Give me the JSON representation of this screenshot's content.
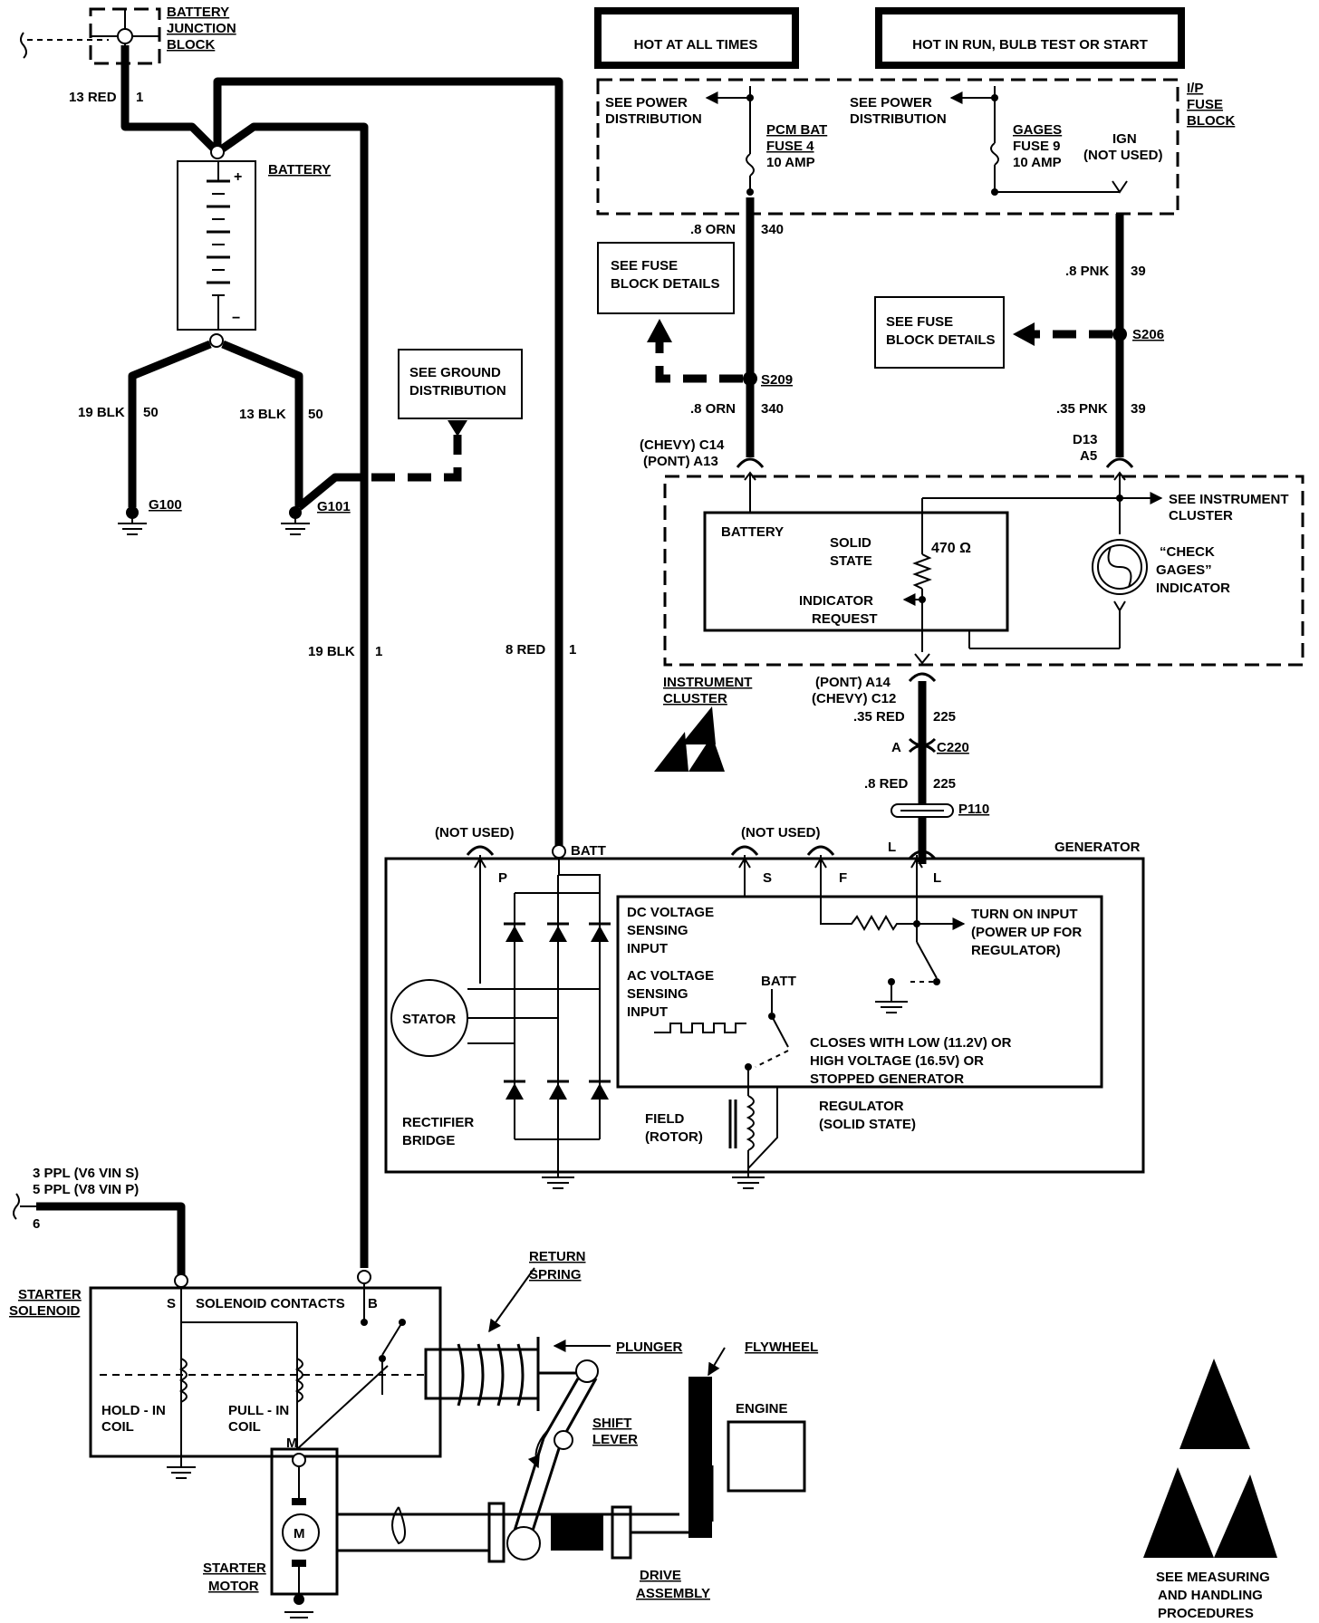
{
  "power_headers": {
    "hot_at_all_times": "HOT AT ALL TIMES",
    "hot_in_run": "HOT IN RUN, BULB TEST OR START"
  },
  "battery_junction_block": [
    "BATTERY",
    "JUNCTION",
    "BLOCK"
  ],
  "battery": {
    "label": "BATTERY",
    "plus": "+",
    "minus": "−"
  },
  "fuse_block": {
    "label": [
      "I/P",
      "FUSE",
      "BLOCK"
    ],
    "see_power_1": [
      "SEE POWER",
      "DISTRIBUTION"
    ],
    "see_power_2": [
      "SEE POWER",
      "DISTRIBUTION"
    ],
    "pcm_fuse": [
      "PCM BAT",
      "FUSE 4",
      "10 AMP"
    ],
    "gages_fuse": [
      "GAGES",
      "FUSE 9",
      "10 AMP"
    ],
    "ign": [
      "IGN",
      "(NOT USED)"
    ]
  },
  "fuse_block_details_1": [
    "SEE FUSE",
    "BLOCK DETAILS"
  ],
  "fuse_block_details_2": [
    "SEE FUSE",
    "BLOCK DETAILS"
  ],
  "ground_distribution": [
    "SEE GROUND",
    "DISTRIBUTION"
  ],
  "wires": {
    "w_13red": {
      "gauge": "13 RED",
      "circuit": "1"
    },
    "w_19blk_left": {
      "gauge": "19 BLK",
      "circuit": "50"
    },
    "w_13blk": {
      "gauge": "13 BLK",
      "circuit": "50"
    },
    "w_19blk_mid": {
      "gauge": "19 BLK",
      "circuit": "1"
    },
    "w_8red": {
      "gauge": "8 RED",
      "circuit": "1"
    },
    "w_orn_top": {
      "gauge": ".8 ORN",
      "circuit": "340"
    },
    "w_orn_bot": {
      "gauge": ".8 ORN",
      "circuit": "340"
    },
    "w_pnk_top": {
      "gauge": ".8 PNK",
      "circuit": "39"
    },
    "w_pnk_bot": {
      "gauge": ".35 PNK",
      "circuit": "39"
    },
    "w_35red": {
      "gauge": ".35 RED",
      "circuit": "225"
    },
    "w_8red_l": {
      "gauge": ".8 RED",
      "circuit": "225"
    }
  },
  "splices": {
    "s209": "S209",
    "s206": "S206"
  },
  "grounds": {
    "g100": "G100",
    "g101": "G101"
  },
  "connectors": {
    "c14": "(CHEVY)  C14",
    "a13": "(PONT)  A13",
    "d13": "D13",
    "a5": "A5",
    "a14": "(PONT)  A14",
    "c12": "(CHEVY)  C12",
    "c220_pin": "A",
    "c220": "C220",
    "p110": "P110"
  },
  "instrument_cluster": {
    "label": [
      "INSTRUMENT",
      "CLUSTER"
    ],
    "battery": "BATTERY",
    "solid_state": [
      "SOLID",
      "STATE"
    ],
    "resistor": "470 Ω",
    "indicator_request": [
      "INDICATOR",
      "REQUEST"
    ],
    "see_instrument": [
      "SEE INSTRUMENT",
      "CLUSTER"
    ],
    "check_gages": [
      "“CHECK",
      "GAGES”",
      "INDICATOR"
    ]
  },
  "generator": {
    "label": "GENERATOR",
    "not_used_p": "(NOT USED)",
    "not_used_sf": "(NOT USED)",
    "batt": "BATT",
    "term_p": "P",
    "term_s": "S",
    "term_f": "F",
    "term_l": "L",
    "term_l_top": "L",
    "dc_sensing": [
      "DC VOLTAGE",
      "SENSING",
      "INPUT"
    ],
    "ac_sensing": [
      "AC VOLTAGE",
      "SENSING",
      "INPUT"
    ],
    "turn_on": [
      "TURN ON INPUT",
      "(POWER UP FOR",
      "REGULATOR)"
    ],
    "batt_inner": "BATT",
    "closes": [
      "CLOSES WITH LOW (11.2V) OR",
      "HIGH VOLTAGE (16.5V) OR",
      "STOPPED GENERATOR"
    ],
    "stator": "STATOR",
    "rectifier": [
      "RECTIFIER",
      "BRIDGE"
    ],
    "field": [
      "FIELD",
      "(ROTOR)"
    ],
    "regulator": [
      "REGULATOR",
      "(SOLID STATE)"
    ]
  },
  "starter": {
    "ppl_1": "3 PPL  (V6  VIN S)",
    "ppl_2": "5 PPL  (V8  VIN P)",
    "ppl_circuit": "6",
    "solenoid_label": [
      "STARTER",
      "SOLENOID"
    ],
    "term_s": "S",
    "term_b": "B",
    "term_m": "M",
    "contacts": "SOLENOID CONTACTS",
    "hold_in": [
      "HOLD - IN",
      "COIL"
    ],
    "pull_in": [
      "PULL - IN",
      "COIL"
    ],
    "return_spring": [
      "RETURN",
      "SPRING"
    ],
    "plunger": "PLUNGER",
    "flywheel": "FLYWHEEL",
    "engine": "ENGINE",
    "shift_lever": [
      "SHIFT",
      "LEVER"
    ],
    "motor_symbol": "M",
    "starter_motor": [
      "STARTER",
      "MOTOR"
    ],
    "drive_assembly": [
      "DRIVE",
      "ASSEMBLY"
    ]
  },
  "esd_notice": [
    "SEE MEASURING",
    "AND HANDLING",
    "PROCEDURES"
  ]
}
